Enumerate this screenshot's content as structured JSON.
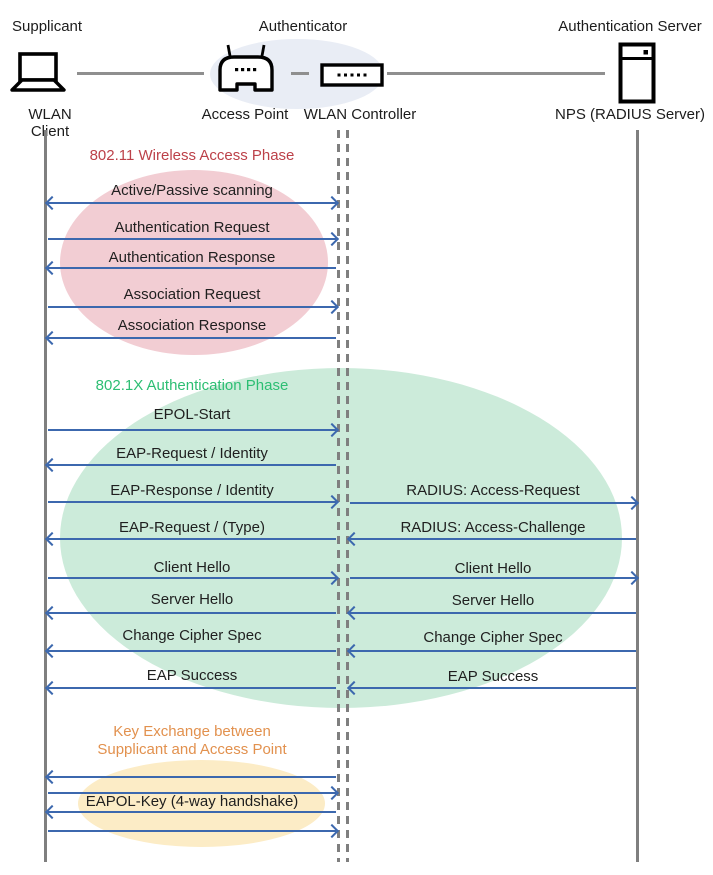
{
  "colors": {
    "arrow_blue": "#3C68AE",
    "lifeline_gray": "#7F7F7F",
    "phase1_title": "#BC4149",
    "phase1_ellipse": "#F2CDD3",
    "phase2_title": "#2DBE73",
    "phase2_ellipse": "#CCEBDA",
    "phase3_title": "#E2914E",
    "phase3_ellipse": "#FCECC6",
    "authenticator_ellipse": "#E9EDF5"
  },
  "icons": {
    "supplicant": "laptop-icon",
    "access_point": "access-point-icon",
    "wlan_controller": "wlan-controller-icon",
    "server": "server-icon"
  },
  "header": {
    "supplicant": {
      "role": "Supplicant",
      "device": "WLAN Client"
    },
    "authenticator": {
      "role": "Authenticator",
      "access_point": "Access Point",
      "wlan_controller": "WLAN Controller"
    },
    "auth_server": {
      "role": "Authentication Server",
      "device": "NPS (RADIUS Server)"
    }
  },
  "phase1": {
    "title": "802.11 Wireless Access Phase",
    "messages": [
      {
        "label": "Active/Passive scanning",
        "direction": "both"
      },
      {
        "label": "Authentication Request",
        "direction": "right"
      },
      {
        "label": "Authentication Response",
        "direction": "left"
      },
      {
        "label": "Association Request",
        "direction": "right"
      },
      {
        "label": "Association Response",
        "direction": "left"
      }
    ]
  },
  "phase2": {
    "title": "802.1X Authentication Phase",
    "client_segment": [
      {
        "label": "EPOL-Start",
        "direction": "right"
      },
      {
        "label": "EAP-Request / Identity",
        "direction": "left"
      },
      {
        "label": "EAP-Response / Identity",
        "direction": "right"
      },
      {
        "label": "EAP-Request / (Type)",
        "direction": "left"
      },
      {
        "label": "Client Hello",
        "direction": "right"
      },
      {
        "label": "Server Hello",
        "direction": "left"
      },
      {
        "label": "Change Cipher Spec",
        "direction": "left"
      },
      {
        "label": "EAP Success",
        "direction": "left"
      }
    ],
    "server_segment": [
      {
        "label": "RADIUS: Access-Request",
        "direction": "right"
      },
      {
        "label": "RADIUS: Access-Challenge",
        "direction": "left"
      },
      {
        "label": "Client Hello",
        "direction": "right"
      },
      {
        "label": "Server Hello",
        "direction": "left"
      },
      {
        "label": "Change Cipher Spec",
        "direction": "left"
      },
      {
        "label": "EAP Success",
        "direction": "left"
      }
    ]
  },
  "phase3": {
    "title_line1": "Key Exchange between",
    "title_line2": "Supplicant and Access Point",
    "message": {
      "label": "EAPOL-Key (4-way handshake)"
    },
    "arrow_directions": [
      "left",
      "right",
      "left",
      "right"
    ]
  }
}
